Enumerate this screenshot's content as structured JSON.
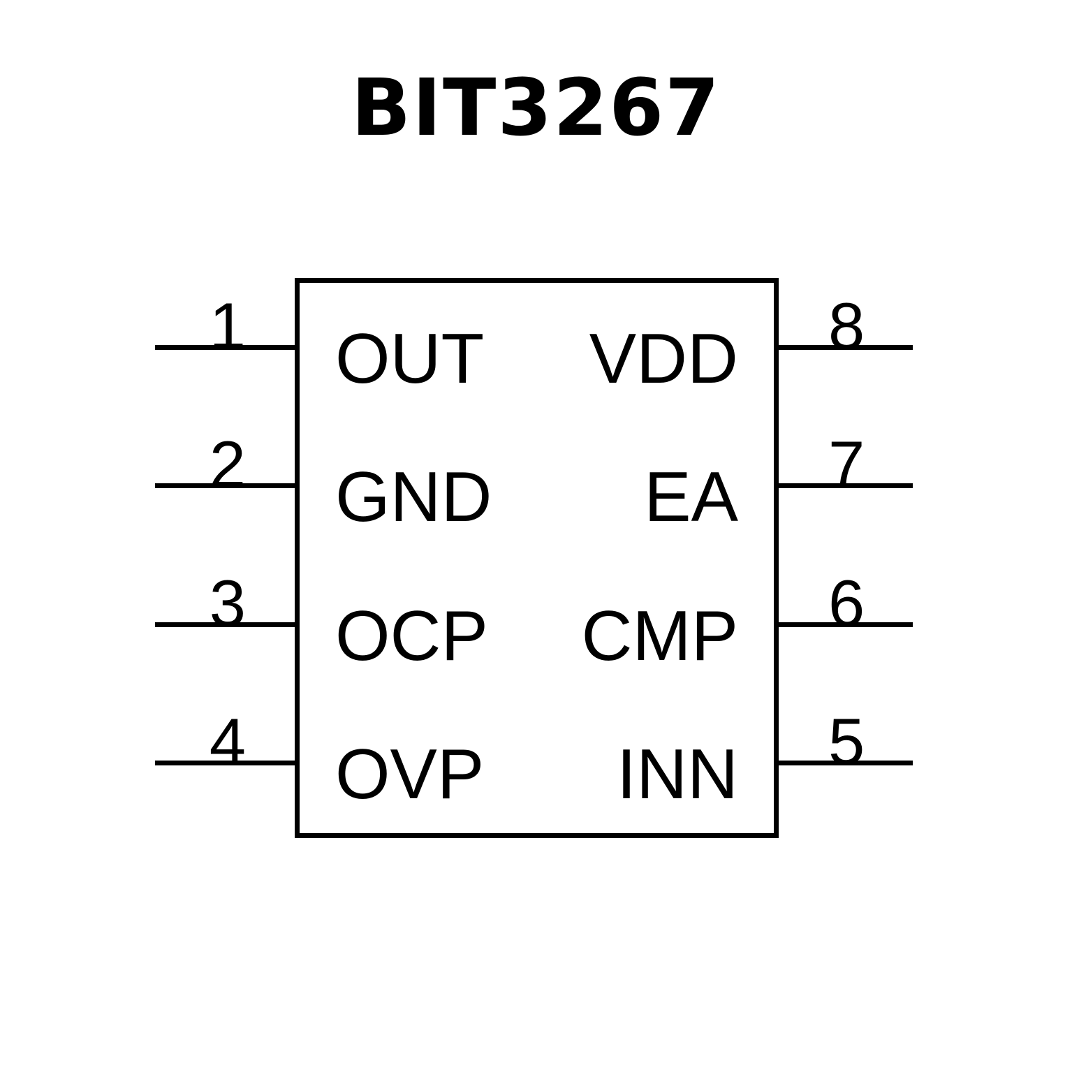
{
  "diagram": {
    "title": "BIT3267",
    "package_style": "8-pin dual-inline block symbol",
    "colors": {
      "background": "#ffffff",
      "outline": "#000000",
      "text": "#000000"
    },
    "pins": {
      "left": [
        {
          "number": "1",
          "name": "OUT"
        },
        {
          "number": "2",
          "name": "GND"
        },
        {
          "number": "3",
          "name": "OCP"
        },
        {
          "number": "4",
          "name": "OVP"
        }
      ],
      "right": [
        {
          "number": "8",
          "name": "VDD"
        },
        {
          "number": "7",
          "name": "EA"
        },
        {
          "number": "6",
          "name": "CMP"
        },
        {
          "number": "5",
          "name": "INN"
        }
      ]
    }
  }
}
